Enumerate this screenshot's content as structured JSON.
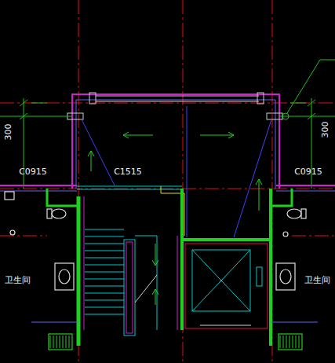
{
  "diagram": {
    "labels": [
      "300",
      "300",
      "C0915",
      "C1515",
      "C0915",
      "卫生间",
      "卫生间"
    ]
  }
}
